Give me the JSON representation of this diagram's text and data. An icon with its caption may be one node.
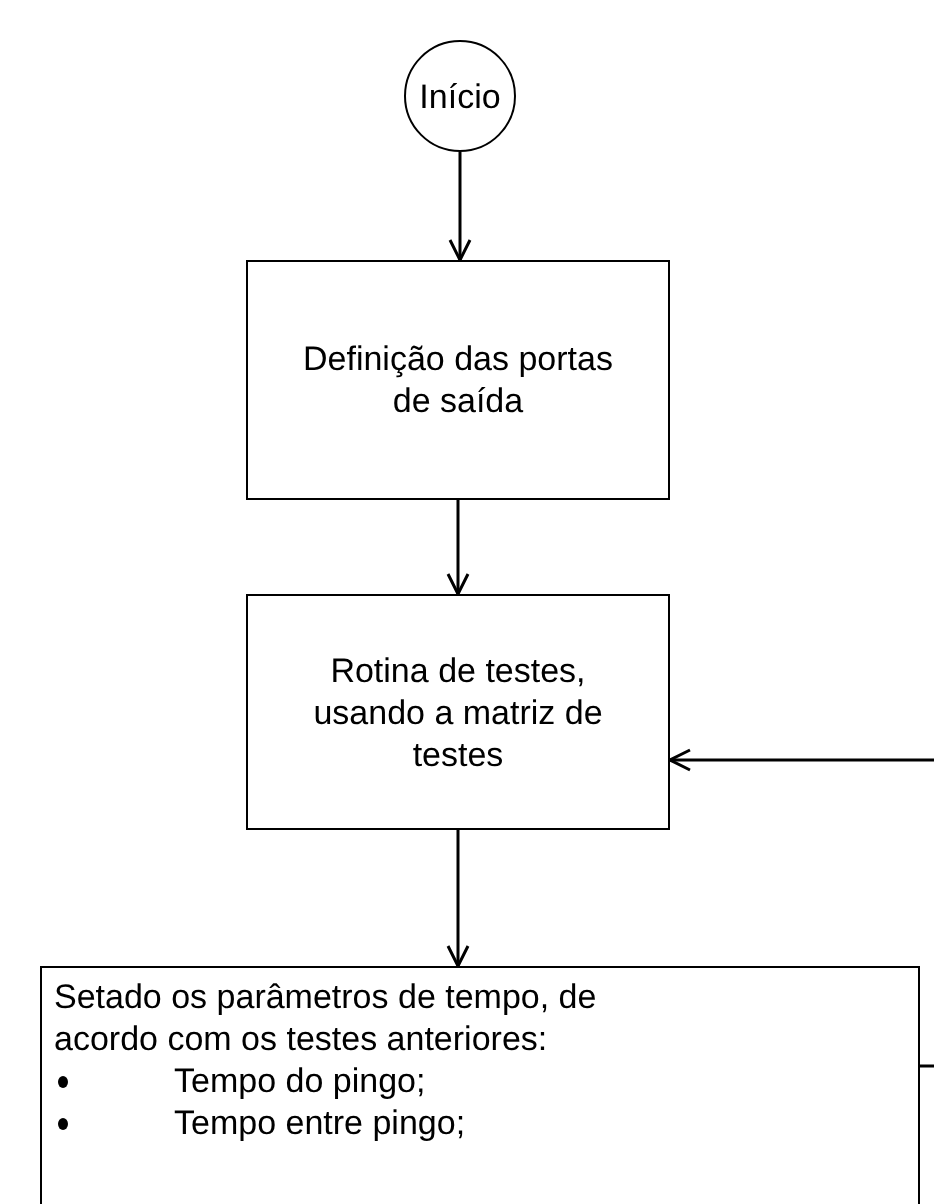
{
  "diagram": {
    "nodes": [
      {
        "text": [
          "Início"
        ]
      },
      {
        "text": [
          "Definição das portas de saída"
        ]
      },
      {
        "text": [
          "Rotina de testes, usando a matriz de testes"
        ]
      },
      {
        "text": [
          "Setado os parâmetros de tempo, de acordo com os testes anteriores:",
          "Tempo do pingo;",
          "Tempo entre pingo;"
        ]
      }
    ],
    "edges": [
      {
        "from": 0,
        "to": 1,
        "arrow": "to"
      },
      {
        "from": 1,
        "to": 2,
        "arrow": "to"
      },
      {
        "from": 2,
        "to": 3,
        "arrow": "to"
      },
      {
        "from": 3,
        "to": 2,
        "arrow": "to"
      }
    ]
  }
}
